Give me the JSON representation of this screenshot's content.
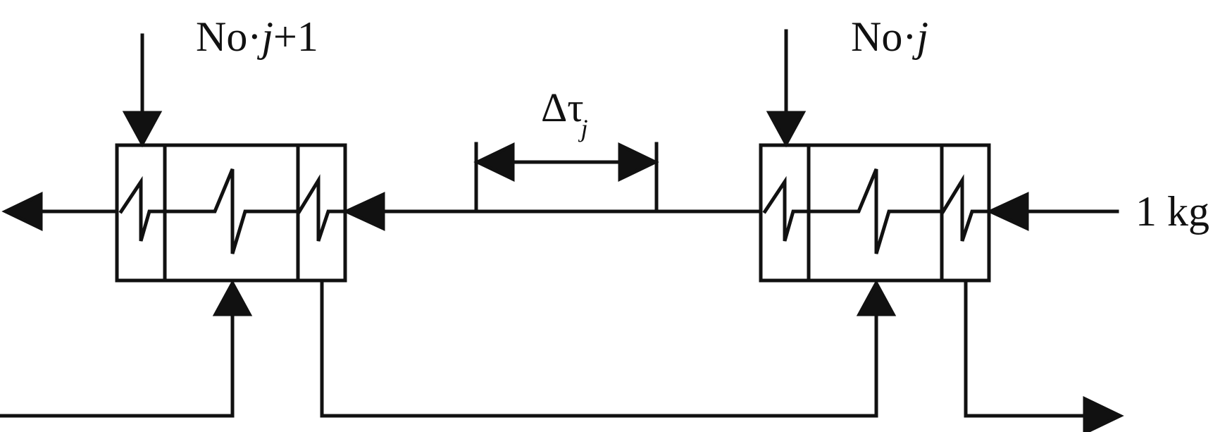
{
  "labels": {
    "stage_left": {
      "prefix": "No·",
      "var": "j",
      "suffix": "+1"
    },
    "stage_right": {
      "prefix": "No·",
      "var": "j",
      "suffix": ""
    },
    "interval": {
      "symbol": "Δτ",
      "sub": "j"
    },
    "mass": "1 kg"
  },
  "colors": {
    "stroke": "#111111",
    "background": "#ffffff"
  }
}
